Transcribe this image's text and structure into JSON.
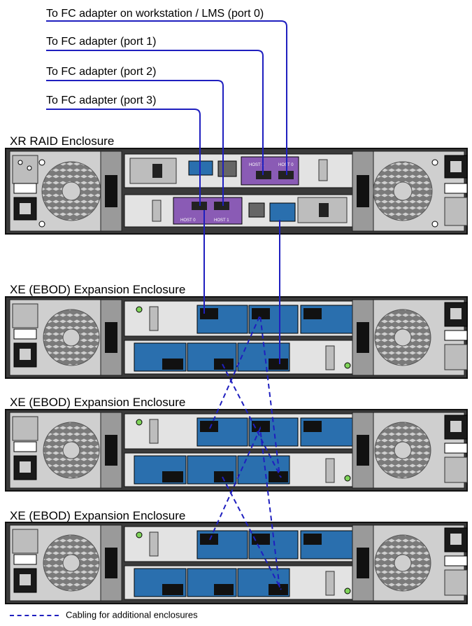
{
  "cable_labels": [
    "To FC adapter on workstation / LMS (port 0)",
    "To FC adapter (port 1)",
    "To FC adapter (port 2)",
    "To FC adapter (port 3)"
  ],
  "raid": {
    "title": "XR RAID Enclosure",
    "host_labels": [
      "HOST 1",
      "HOST 0",
      "HOST 0",
      "HOST 1"
    ]
  },
  "expansions": [
    {
      "title": "XE (EBOD) Expansion Enclosure"
    },
    {
      "title": "XE (EBOD) Expansion Enclosure"
    },
    {
      "title": "XE (EBOD) Expansion Enclosure"
    }
  ],
  "legend": {
    "text": "Cabling for additional enclosures"
  },
  "colors": {
    "cable": "#1f1fbf",
    "controller_blue": "#2a6fae",
    "host_purple": "#8a5bb5",
    "psu_gray": "#cfcfcf"
  }
}
